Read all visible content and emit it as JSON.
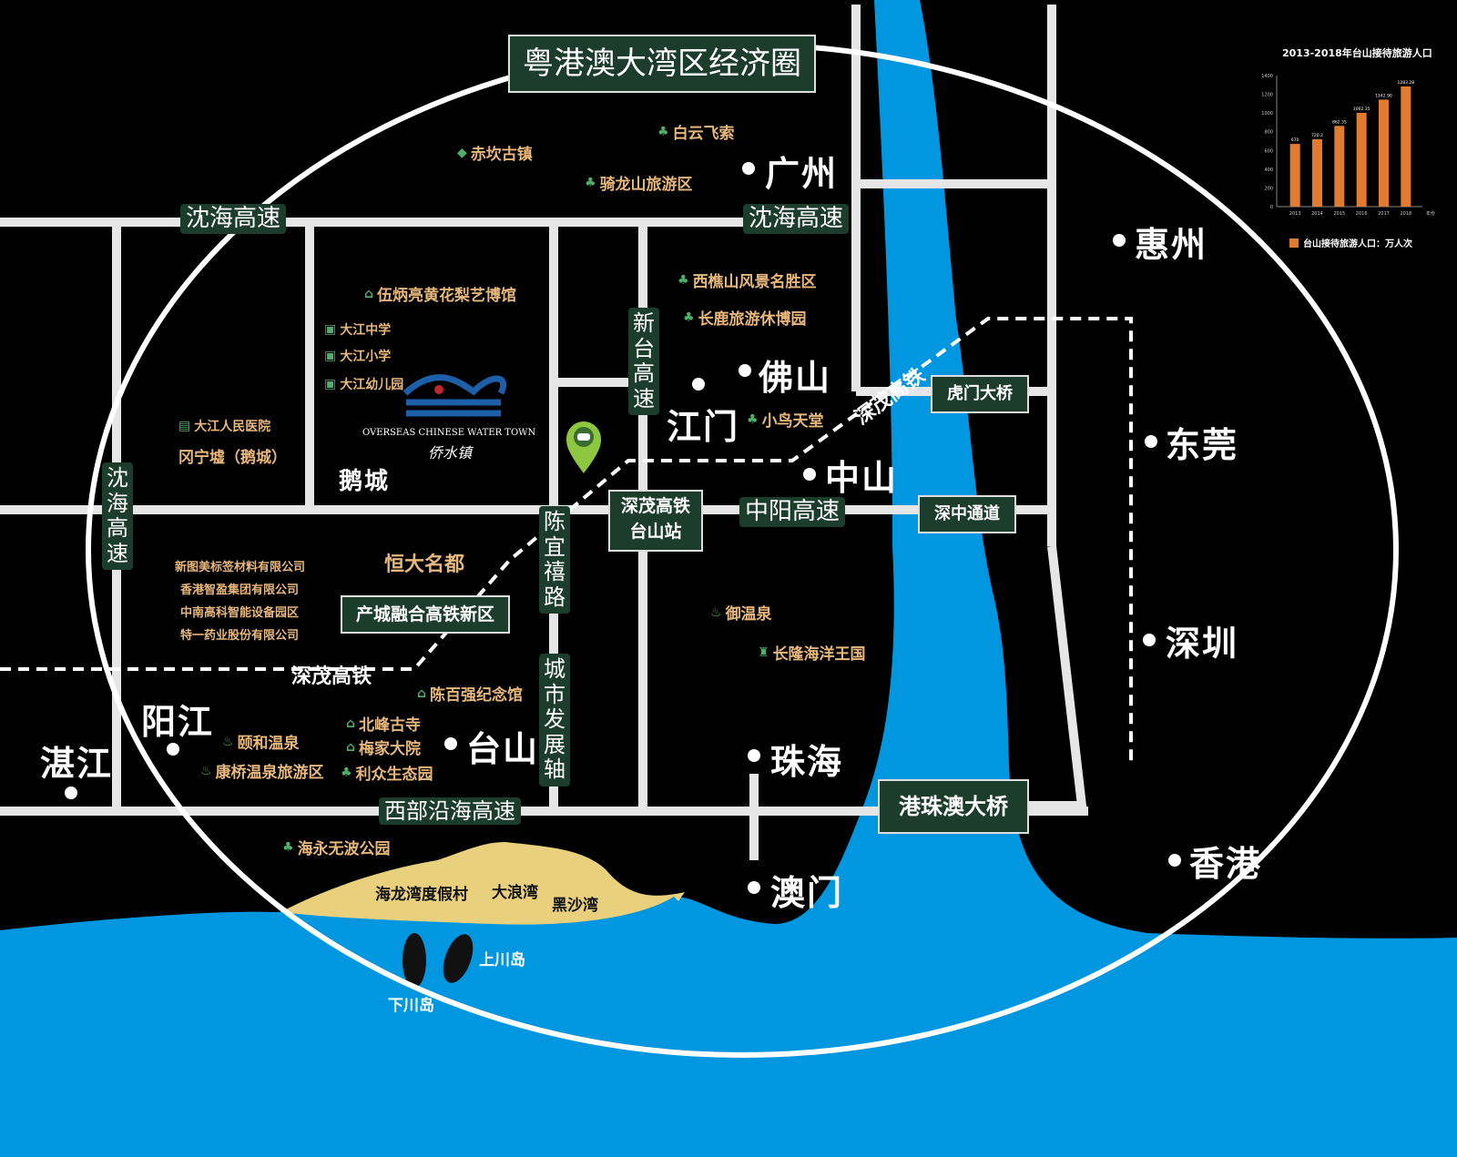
{
  "colors": {
    "water": "#0096e0",
    "road": "#e6e6e6",
    "land": "#000000",
    "beach": "#e8d07c",
    "sign": "#1d3d2c",
    "poi_text": "#e8b77b",
    "bar": "#e07b2f"
  },
  "title": "粤港澳大湾区经济圈",
  "cities": {
    "guangzhou": "广州",
    "huizhou": "惠州",
    "foshan": "佛山",
    "jiangmen": "江门",
    "zhongshan": "中山",
    "dongguan": "东莞",
    "shenzhen": "深圳",
    "zhuhai": "珠海",
    "macau": "澳门",
    "hongkong": "香港",
    "taishan": "台山",
    "yangjiang": "阳江",
    "zhanjiang": "湛江",
    "hecheng": "鹅城"
  },
  "roads": {
    "shenhai_1": "沈海高速",
    "shenhai_2": "沈海高速",
    "shenhai_v": "沈海高速",
    "xintai": "新台高速",
    "zhongyang": "中阳高速",
    "west_coast": "西部沿海高速",
    "chenyixi": "陈宜禧路",
    "city_axis": "城市发展轴",
    "shenmao_hsr_1": "深茂高铁",
    "shenmao_hsr_2": "深茂高铁"
  },
  "boxes": {
    "humen": "虎门大桥",
    "shenzhong": "深中通道",
    "hzm": "港珠澳大桥",
    "station_l1": "深茂高铁",
    "station_l2": "台山站",
    "new_zone": "产城融合高铁新区"
  },
  "pois": {
    "baiyun": "白云飞索",
    "chikan": "赤坎古镇",
    "qilong": "骑龙山旅游区",
    "xiqiao": "西樵山风景名胜区",
    "changlu": "长鹿旅游休博园",
    "wubingliang": "伍炳亮黄花梨艺博馆",
    "dajiang_mid": "大江中学",
    "dajiang_pri": "大江小学",
    "dajiang_kin": "大江幼儿园",
    "dajiang_hosp": "大江人民医院",
    "gangning": "冈宁墟（鹅城）",
    "xiaoniao": "小鸟天堂",
    "yuwenquan": "御温泉",
    "changlong": "长隆海洋王国",
    "hengda": "恒大名都",
    "chenbaiqiang": "陈百强纪念馆",
    "beifeng": "北峰古寺",
    "meijia": "梅家大院",
    "lizhong": "利众生态园",
    "yihe": "颐和温泉",
    "kangqiao": "康桥温泉旅游区",
    "haiyong": "海永无波公园",
    "hailong": "海龙湾度假村",
    "dalang": "大浪湾",
    "heisha": "黑沙湾",
    "shangchuan": "上川岛",
    "xiachuan": "下川岛"
  },
  "companies": [
    "新图美标签材料有限公司",
    "香港智盈集团有限公司",
    "中南高科智能设备园区",
    "特一药业股份有限公司"
  ],
  "logo": {
    "text_en": "OVERSEAS CHINESE WATER TOWN",
    "text_cn": "侨水镇"
  },
  "chart_data": {
    "type": "bar",
    "title": "2013-2018年台山接待旅游人口",
    "categories": [
      "2013",
      "2014",
      "2015",
      "2016",
      "2017",
      "2018"
    ],
    "series": [
      {
        "name": "台山接待旅游人口：万人次",
        "values": [
          670,
          720.2,
          862.35,
          1002.35,
          1142.9,
          1283.28
        ]
      }
    ],
    "data_labels": [
      "670",
      "720.2",
      "862.35",
      "1002.35",
      "1142.90",
      "1283.28"
    ],
    "y_ticks": [
      "0",
      "200",
      "400",
      "600",
      "800",
      "1000",
      "1200",
      "1400"
    ],
    "x_axis_end_label": "年份",
    "ylim": [
      0,
      1400
    ]
  }
}
